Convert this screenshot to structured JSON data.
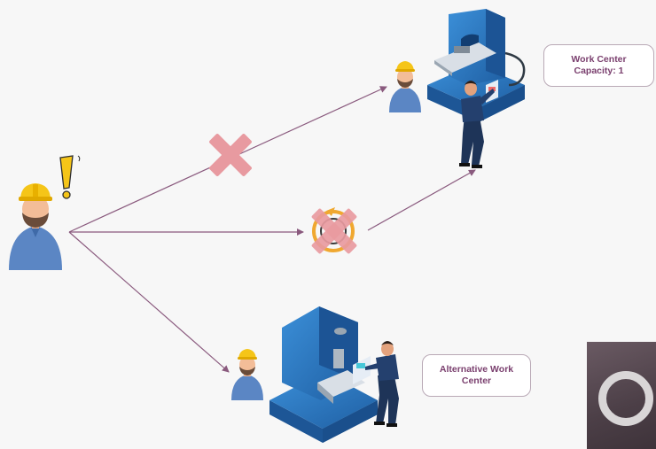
{
  "labels": {
    "work_center": [
      "Work Center",
      "Capacity: 1"
    ],
    "alternative_work_center": [
      "Alternative Work",
      "Center"
    ]
  },
  "icons": {
    "worker_main": "worker-icon",
    "warning": "exclamation-icon",
    "blocked": "cross-icon",
    "cycle": "rotate-arrow-icon",
    "machine": "milling-machine-icon",
    "operator": "operator-icon",
    "video": "video-thumbnail"
  },
  "colors": {
    "arrow": "#8a5a7e",
    "cross": "#e89aa0",
    "machine_blue": "#2f7fc8",
    "label_text": "#7a3f6e",
    "label_border": "#b9a9b6",
    "warning_yellow": "#f5c518"
  }
}
